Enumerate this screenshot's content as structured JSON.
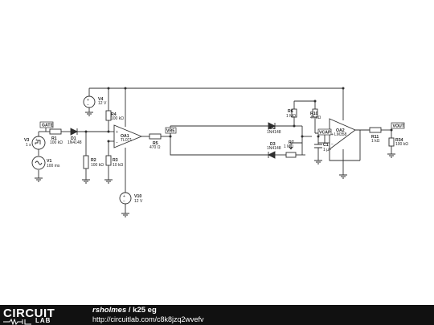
{
  "schematic": {
    "components": {
      "V3": {
        "name": "V3",
        "value": "1 s"
      },
      "V1": {
        "name": "V1",
        "value": "100 ms"
      },
      "V4": {
        "name": "V4",
        "value": "12 V"
      },
      "V10": {
        "name": "V10",
        "value": "12 V"
      },
      "R1": {
        "name": "R1",
        "value": "100 kΩ"
      },
      "R2": {
        "name": "R2",
        "value": "100 kΩ"
      },
      "R3": {
        "name": "R3",
        "value": "10 kΩ"
      },
      "R4": {
        "name": "R4",
        "value": "100 kΩ"
      },
      "R5": {
        "name": "R5",
        "value": "470 Ω"
      },
      "R6": {
        "name": "R6",
        "value": "1 MΩ"
      },
      "R7": {
        "name": "R7",
        "value": "1 MΩ"
      },
      "R10": {
        "name": "R10",
        "value": "47 kΩ"
      },
      "R11": {
        "name": "R11",
        "value": "1 kΩ"
      },
      "R34": {
        "name": "R34",
        "value": "100 kΩ"
      },
      "D1": {
        "name": "D1",
        "value": "1N4148"
      },
      "D2": {
        "name": "D2",
        "value": "1N4148"
      },
      "D3": {
        "name": "D3",
        "value": "1N4148"
      },
      "C1": {
        "name": "C1",
        "value": "1 µF"
      },
      "OA1": {
        "name": "OA1",
        "value": "TL071"
      },
      "OA2": {
        "name": "OA2",
        "value": "LM358"
      }
    },
    "nodes": {
      "gate": "GATE",
      "vr5": "VR5",
      "vcap": "VCAP",
      "vout": "VOUT"
    }
  },
  "footer": {
    "logo_word": "CIRCUIT",
    "logo_sub": "LAB",
    "author": "rsholmes",
    "separator": " / ",
    "title": "k25 eg",
    "url": "http://circuitlab.com/c8k8jzq2wvefv"
  },
  "colors": {
    "wire": "#2f2f2f",
    "background": "#ffffff",
    "footer_bg": "#111111",
    "footer_text": "#ffffff"
  }
}
